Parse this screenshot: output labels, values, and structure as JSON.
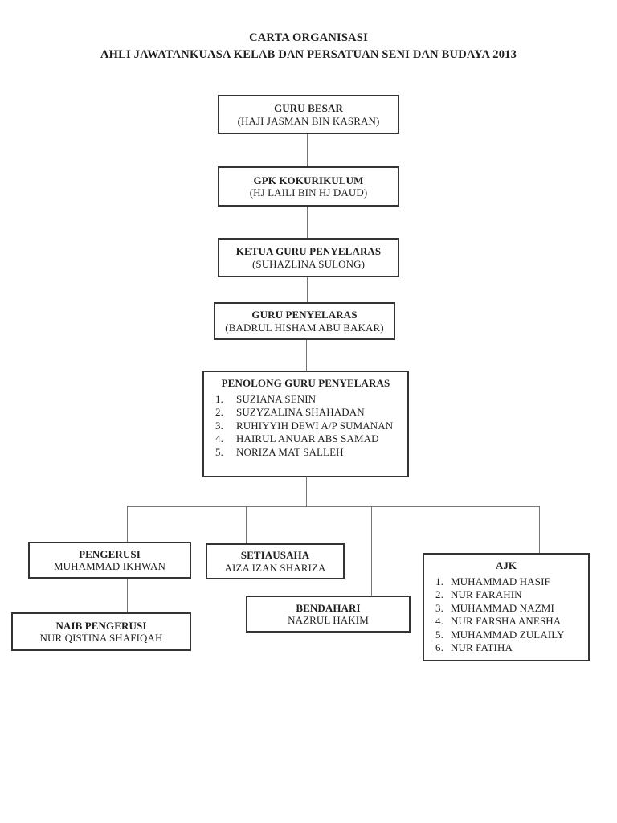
{
  "page": {
    "title_line1": "CARTA ORGANISASI",
    "title_line2": "AHLI JAWATANKUASA KELAB DAN PERSATUAN SENI DAN BUDAYA 2013"
  },
  "colors": {
    "text": "#1f1f1f",
    "box_border": "#343434",
    "connector": "#767676",
    "background": "#ffffff"
  },
  "org": {
    "guru_besar": {
      "role": "GURU BESAR",
      "name": "(HAJI JASMAN BIN KASRAN)"
    },
    "gpk_kokurikulum": {
      "role": "GPK KOKURIKULUM",
      "name": "(HJ LAILI BIN HJ DAUD)"
    },
    "ketua_guru_penyelaras": {
      "role": "KETUA GURU PENYELARAS",
      "name": "(SUHAZLINA SULONG)"
    },
    "guru_penyelaras": {
      "role": "GURU PENYELARAS",
      "name": "(BADRUL HISHAM ABU BAKAR)"
    },
    "penolong_guru_penyelaras": {
      "role": "PENOLONG GURU PENYELARAS",
      "members": [
        {
          "num": "1.",
          "name": "SUZIANA SENIN"
        },
        {
          "num": "2.",
          "name": "SUZYZALINA SHAHADAN"
        },
        {
          "num": "3.",
          "name": "RUHIYYIH DEWI A/P SUMANAN"
        },
        {
          "num": "4.",
          "name": "HAIRUL ANUAR ABS SAMAD"
        },
        {
          "num": "5.",
          "name": "NORIZA MAT SALLEH"
        }
      ]
    },
    "pengerusi": {
      "role": "PENGERUSI",
      "name": "MUHAMMAD IKHWAN"
    },
    "naib_pengerusi": {
      "role": "NAIB PENGERUSI",
      "name": "NUR QISTINA SHAFIQAH"
    },
    "setiausaha": {
      "role": "SETIAUSAHA",
      "name": "AIZA IZAN SHARIZA"
    },
    "bendahari": {
      "role": "BENDAHARI",
      "name": "NAZRUL HAKIM"
    },
    "ajk": {
      "role": "AJK",
      "members": [
        {
          "num": "1.",
          "name": "MUHAMMAD HASIF"
        },
        {
          "num": "2.",
          "name": "NUR FARAHIN"
        },
        {
          "num": "3.",
          "name": "MUHAMMAD NAZMI"
        },
        {
          "num": "4.",
          "name": "NUR FARSHA ANESHA"
        },
        {
          "num": "5.",
          "name": "MUHAMMAD ZULAILY"
        },
        {
          "num": "6.",
          "name": "NUR FATIHA"
        }
      ]
    }
  }
}
